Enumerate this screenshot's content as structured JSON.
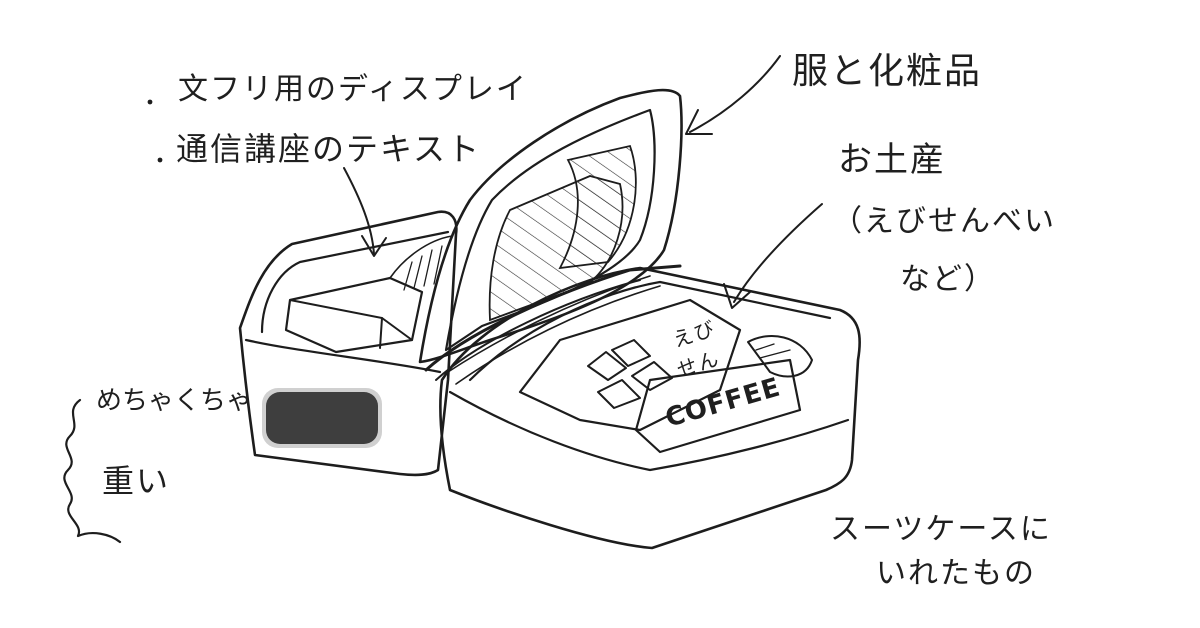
{
  "annotations": {
    "left_item_1": "文フリ用のディスプレイ",
    "left_item_2": "通信講座のテキスト",
    "lid_label": "服と化粧品",
    "souvenir_title": "お土産",
    "souvenir_detail_1": "（えびせんべい",
    "souvenir_detail_2": "など）",
    "weight_note_1": "めちゃくちゃ",
    "weight_note_2": "重い",
    "caption_1": "スーツケースに",
    "caption_2": "いれたもの"
  },
  "package_labels": {
    "ebisen_1": "えび",
    "ebisen_2": "せん",
    "coffee": "COFFEE"
  },
  "colors": {
    "ink": "#1d1d1d",
    "paper": "#ffffff"
  }
}
